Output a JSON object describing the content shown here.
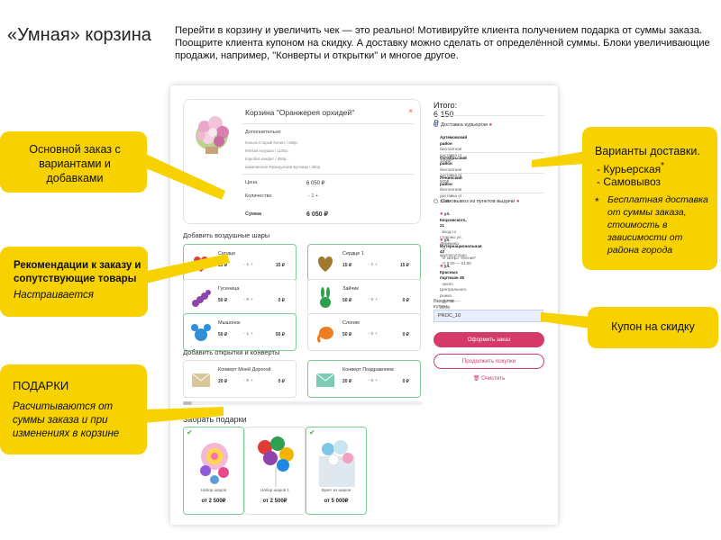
{
  "heading": "«Умная» корзина",
  "intro": "Перейти в корзину и увеличить чек — это реально! Мотивируйте клиента получением подарка от суммы заказа. Поощрите клиента купоном на скидку. А доставку можно сделать от определённой суммы. Блоки увеличивающие продажи, например, \"Конверты и открытки\" и многое другое.",
  "main_product": {
    "title": "Корзина \"Оранжерея орхидей\"",
    "close": "×",
    "extra_label": "Дополнительно",
    "extras": [
      "Коньяк Старый Кенигс / 650р.",
      "Мягкая игрушка / 1100р.",
      "Коробка конфет / 450р.",
      "Шампанское Французский Бульвар / 350р."
    ],
    "price_label": "Цена",
    "price": "6 050 ₽",
    "qty_label": "Количество",
    "qty": "-   1   +",
    "sum_label": "Сумма",
    "sum": "6 050 ₽"
  },
  "balloons_section": "Добавить воздушные шары",
  "balloons": [
    {
      "name": "Сердце",
      "price": "15 ₽",
      "ctrl": "-   1   +",
      "sum": "15 ₽",
      "icon": "heart-balloon-icon",
      "color": "#e53935"
    },
    {
      "name": "Сердце 1",
      "price": "15 ₽",
      "ctrl": "-   1   +",
      "sum": "15 ₽",
      "icon": "heart-balloon-icon",
      "color": "#a07a2c"
    },
    {
      "name": "Гусеница",
      "price": "50 ₽",
      "ctrl": "-   0   +",
      "sum": "0 ₽",
      "icon": "caterpillar-balloon-icon",
      "color": "#8e44ad"
    },
    {
      "name": "Зайчик",
      "price": "50 ₽",
      "ctrl": "-   0   +",
      "sum": "0 ₽",
      "icon": "bunny-balloon-icon",
      "color": "#2e9e4f"
    },
    {
      "name": "Мышонок",
      "price": "50 ₽",
      "ctrl": "-   1   +",
      "sum": "50 ₽",
      "icon": "mouse-balloon-icon",
      "color": "#2f8fd8"
    },
    {
      "name": "Слоник",
      "price": "50 ₽",
      "ctrl": "-   0   +",
      "sum": "0 ₽",
      "icon": "elephant-balloon-icon",
      "color": "#ef7d22"
    }
  ],
  "cards_section": "Добавить открытки и конверты",
  "cards": [
    {
      "name": "Конверт Моей Дорогой",
      "price": "20 ₽",
      "ctrl": "-   0   +",
      "sum": "0 ₽",
      "icon": "envelope-icon",
      "color": "#d9c79a"
    },
    {
      "name": "Конверт Поздравляем",
      "price": "20 ₽",
      "ctrl": "-   0   +",
      "sum": "0 ₽",
      "icon": "envelope-icon",
      "color": "#7ccbb7"
    }
  ],
  "gifts_section": "Забрать подарки",
  "gifts": [
    {
      "name": "Набор шаров",
      "price": "от 2 500₽"
    },
    {
      "name": "Набор шаров 1",
      "price": "от 2 500₽"
    },
    {
      "name": "Букет из шаров",
      "price": "от 5 000₽"
    }
  ],
  "summary": {
    "total": "Итого: 6 150 ₽",
    "courier": "Доставка курьером",
    "districts": [
      {
        "name": "Артемовский район",
        "note": "бесплатная доставка от 1000₽"
      },
      {
        "name": "Октябрьский район",
        "note": "бесплатная доставка от 500₽"
      },
      {
        "name": "Ленинский район",
        "note": "бесплатная доставка от 100₽"
      }
    ],
    "pickup": "Самовывоз из пунктов выдачи",
    "points": [
      {
        "addr": "ул. Кецховского, 21",
        "note": "вход со стороны ул. Демехина",
        "hours": "круглосуточно"
      },
      {
        "addr": "ул. Интернациональная 43",
        "note": "от метро \"Лесная\"",
        "hours": "8:00 — 21:00"
      },
      {
        "addr": "ул. Красных партизан 45",
        "note": "около Центрального рынка",
        "hours": "7:00 — 21:00"
      }
    ],
    "coupon_label": "Введите купон:",
    "coupon_value": "PROC_10",
    "order_button": "Оформить заказ",
    "continue_button": "Продолжить покупки",
    "clear_button": "Очистить"
  },
  "callouts": {
    "main_order": "Основной заказ с вариантами и добавками",
    "recs_title": "Рекомендации к заказу и сопутствующие товары",
    "recs_sub": "Настраивается",
    "gifts_title": "ПОДАРКИ",
    "gifts_sub": "Расчитываются от суммы заказа и при изменениях в корзине",
    "delivery_title": "Варианты доставки.",
    "delivery_courier": "- Курьерская",
    "delivery_star": "*",
    "delivery_pickup": "- Самовывоз",
    "delivery_note_star": "*",
    "delivery_note": "Бесплатная доставка от суммы заказа, стоимость в зависимости от района города",
    "coupon": "Купон на скидку"
  },
  "colors": {
    "accent": "#d63a68",
    "highlight": "#f7d200",
    "selected_border": "#7dcc9a"
  }
}
